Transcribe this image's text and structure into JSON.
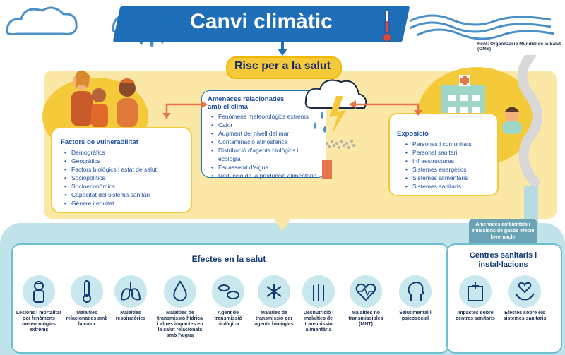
{
  "title": "Canvi climàtic",
  "source": "Font: Organització Mundial de la Salut (OMS)",
  "risk_label": "Risc per a la salut",
  "vulnerability": {
    "title": "Factors de vulnerabilitat",
    "items": [
      "Demogràfics",
      "Geogràfics",
      "Factors biològics i estat de salut",
      "Sociopolítics",
      "Socioeconòmics",
      "Capacitat del sistema sanitari",
      "Gènere i equitat"
    ]
  },
  "threats": {
    "title_line1": "Amenaces relacionades",
    "title_line2": "amb el clima",
    "items": [
      "Fenòmens meteorològics extrems",
      "Calor",
      "Augment del nivell del mar",
      "Contaminació atmosfèrica",
      "Distribució d'agents biològics i ecologia",
      "Escassetat d'aigua",
      "Reducció de la producció alimentària"
    ]
  },
  "exposure": {
    "title": "Exposició",
    "items": [
      "Persones i comunitats",
      "Personal sanitari",
      "Infraestructures",
      "Sistemes energètics",
      "Sistemes alimentaris",
      "Sistemes sanitaris"
    ]
  },
  "ambient": "Amenaces ambientals i emissions de gasos efecte hivernacle",
  "effects": {
    "title": "Efectes en la salut",
    "items": [
      {
        "label": "Lesions i mortalitat per fenòmens meteorològics extrems",
        "icon": "injured-person-icon"
      },
      {
        "label": "Malalties relacionades amb la calor",
        "icon": "thermometer-icon"
      },
      {
        "label": "Malalties respiratòries",
        "icon": "lungs-icon"
      },
      {
        "label": "Malalties de transmissió hídrica i altres impactes en la salut relacionats amb l'aigua",
        "icon": "water-drop-icon"
      },
      {
        "label": "Agent de transmissió biològica",
        "icon": "animals-icon"
      },
      {
        "label": "Malaties de transmissió per agents biològics",
        "icon": "mosquito-icon"
      },
      {
        "label": "Desnutrició i malalties de transmissió alimentària",
        "icon": "wheat-icon"
      },
      {
        "label": "Malalties no transmissibles (MNT)",
        "icon": "heart-icon"
      },
      {
        "label": "Salut mental i psicosocial",
        "icon": "head-icon"
      }
    ]
  },
  "centers": {
    "title": "Centres sanitaris i instal·lacions",
    "items": [
      {
        "label": "Impactes sobre centres sanitaris",
        "icon": "hospital-icon"
      },
      {
        "label": "Efectes sobre els sistemes sanitaris",
        "icon": "care-hands-icon"
      }
    ]
  },
  "colors": {
    "title_blue": "#1f6fb8",
    "yellow": "#f4c93a",
    "teal": "#6bc0cf",
    "light_teal": "#bfe3e9",
    "orange": "#e8754a"
  }
}
